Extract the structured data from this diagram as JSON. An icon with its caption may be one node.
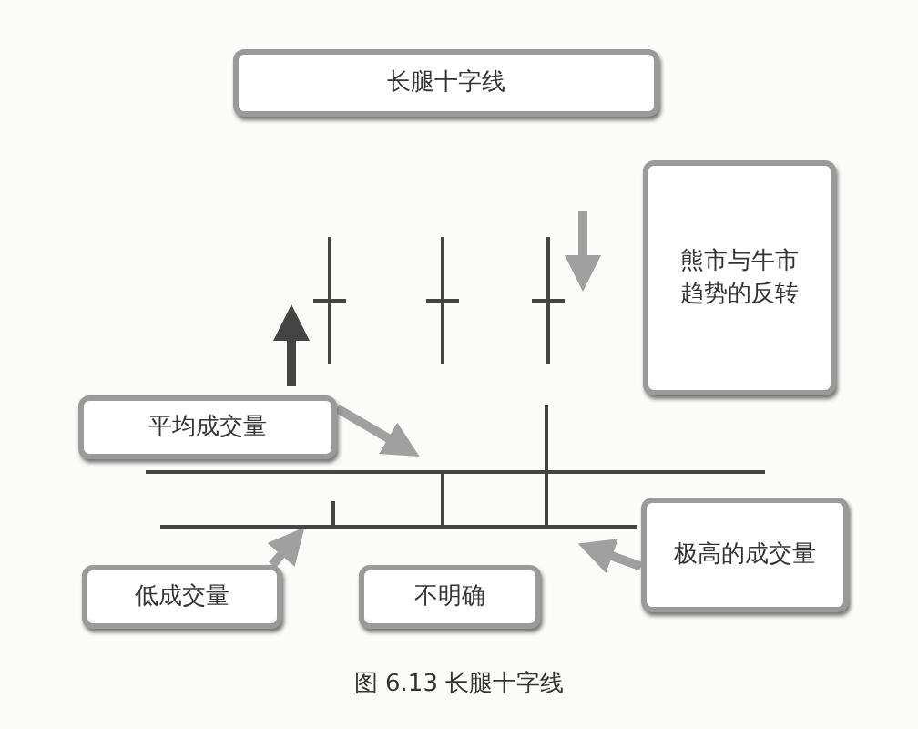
{
  "diagram": {
    "caption": "图 6.13 长腿十字线",
    "nodes": [
      {
        "text": [
          "长腿十字线"
        ]
      },
      {
        "text": [
          "熊市与牛市趋势的反转"
        ]
      },
      {
        "text": [
          "平均成交量"
        ]
      },
      {
        "text": [
          "极高的成交量"
        ]
      },
      {
        "text": [
          "低成交量"
        ]
      },
      {
        "text": [
          "不明确"
        ]
      },
      {
        "text": [],
        "shape": "line"
      },
      {
        "text": [],
        "shape": "line"
      }
    ],
    "edges": [
      {
        "from": 2,
        "to": 6,
        "arrow": "to"
      },
      {
        "from": 4,
        "to": 7,
        "arrow": "to"
      },
      {
        "from": 3,
        "to": 7,
        "arrow": "to"
      }
    ]
  }
}
